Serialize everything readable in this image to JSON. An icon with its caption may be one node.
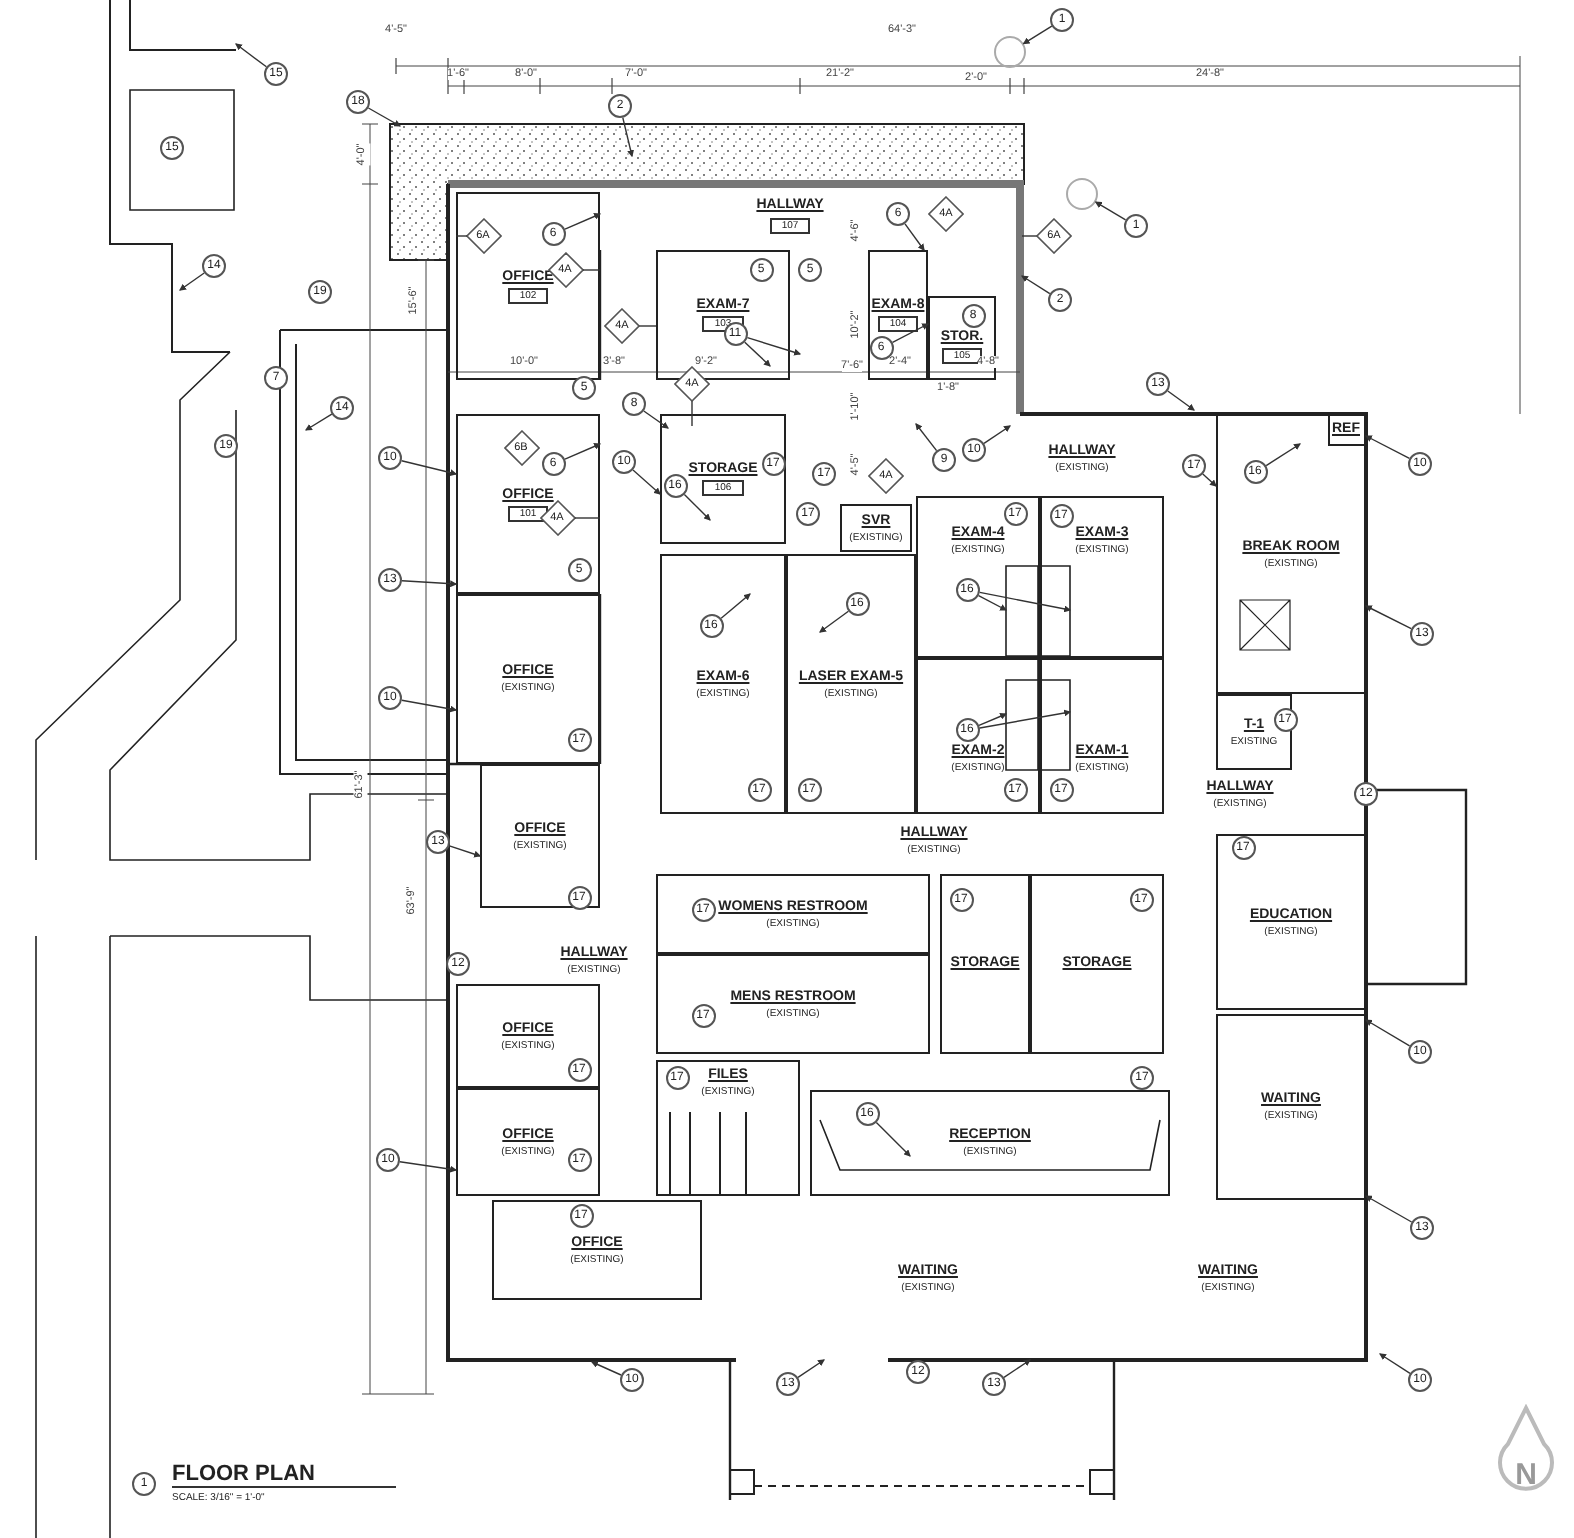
{
  "diagram": {
    "title": "FLOOR PLAN",
    "caption": "SCALE: 3/16\" = 1'-0\"",
    "nodes": [
      {
        "text": [
          "OFFICE",
          "102"
        ]
      },
      {
        "text": [
          "EXAM-7",
          "103"
        ]
      },
      {
        "text": [
          "EXAM-8",
          "104"
        ]
      },
      {
        "text": [
          "STOR.",
          "105"
        ]
      },
      {
        "text": [
          "OFFICE",
          "101"
        ]
      },
      {
        "text": [
          "STORAGE",
          "106"
        ]
      },
      {
        "text": [
          "SVR",
          "(EXISTING)"
        ]
      },
      {
        "text": [
          "EXAM-4",
          "(EXISTING)"
        ]
      },
      {
        "text": [
          "EXAM-3",
          "(EXISTING)"
        ]
      },
      {
        "text": [
          "BREAK ROOM",
          "(EXISTING)"
        ]
      },
      {
        "text": [
          "OFFICE",
          "(EXISTING)"
        ]
      },
      {
        "text": [
          "EXAM-6",
          "(EXISTING)"
        ]
      },
      {
        "text": [
          "LASER EXAM-5",
          "(EXISTING)"
        ]
      },
      {
        "text": [
          "EXAM-2",
          "(EXISTING)"
        ]
      },
      {
        "text": [
          "EXAM-1",
          "(EXISTING)"
        ]
      },
      {
        "text": [
          "T-1",
          "EXISTING"
        ]
      },
      {
        "text": [
          "OFFICE",
          "(EXISTING)"
        ]
      },
      {
        "text": [
          "WOMENS RESTROOM",
          "(EXISTING)"
        ]
      },
      {
        "text": [
          "MENS RESTROOM",
          "(EXISTING)"
        ]
      },
      {
        "text": [
          "STORAGE"
        ]
      },
      {
        "text": [
          "STORAGE"
        ]
      },
      {
        "text": [
          "EDUCATION",
          "(EXISTING)"
        ]
      },
      {
        "text": [
          "OFFICE",
          "(EXISTING)"
        ]
      },
      {
        "text": [
          "FILES",
          "(EXISTING)"
        ]
      },
      {
        "text": [
          "RECEPTION",
          "(EXISTING)"
        ]
      },
      {
        "text": [
          "WAITING",
          "(EXISTING)"
        ]
      },
      {
        "text": [
          "OFFICE",
          "(EXISTING)"
        ]
      },
      {
        "text": [
          "OFFICE",
          "(EXISTING)"
        ]
      },
      {
        "text": [
          "REF"
        ],
        "in": 9
      },
      {
        "text": [
          "15"
        ]
      },
      {
        "text": [
          "18"
        ]
      },
      {
        "text": [
          "1"
        ]
      },
      {
        "text": [
          "2"
        ]
      },
      {
        "text": [
          "1"
        ]
      },
      {
        "text": [
          "14"
        ]
      },
      {
        "text": [
          "6A"
        ],
        "in": 0
      },
      {
        "text": [
          "6"
        ],
        "in": 0
      },
      {
        "text": [
          "4A"
        ],
        "in": 0
      },
      {
        "text": [
          "6"
        ]
      },
      {
        "text": [
          "6A"
        ]
      },
      {
        "text": [
          "2"
        ]
      },
      {
        "text": [
          "4A"
        ]
      },
      {
        "text": [
          "11"
        ],
        "in": 1
      },
      {
        "text": [
          "6"
        ],
        "in": 2
      },
      {
        "text": [
          "13"
        ]
      },
      {
        "text": [
          "14"
        ]
      },
      {
        "text": [
          "8"
        ]
      },
      {
        "text": [
          "4A"
        ]
      },
      {
        "text": [
          "10"
        ]
      },
      {
        "text": [
          "6"
        ],
        "in": 4
      },
      {
        "text": [
          "9"
        ]
      },
      {
        "text": [
          "10"
        ]
      },
      {
        "text": [
          "10"
        ]
      },
      {
        "text": [
          "17"
        ]
      },
      {
        "text": [
          "16"
        ],
        "in": 9
      },
      {
        "text": [
          "10"
        ]
      },
      {
        "text": [
          "4A"
        ],
        "in": 4
      },
      {
        "text": [
          "16"
        ],
        "in": 5
      },
      {
        "text": [
          "13"
        ]
      },
      {
        "text": [
          "16"
        ],
        "in": 7
      },
      {
        "text": [
          "16"
        ],
        "in": 12
      },
      {
        "text": [
          "16"
        ],
        "in": 11
      },
      {
        "text": [
          "13"
        ]
      },
      {
        "text": [
          "10"
        ]
      },
      {
        "text": [
          "16"
        ],
        "in": 13
      },
      {
        "text": [
          "13"
        ]
      },
      {
        "text": [
          "10"
        ]
      },
      {
        "text": [
          "16"
        ],
        "in": 24
      },
      {
        "text": [
          "10"
        ]
      },
      {
        "text": [
          "13"
        ]
      },
      {
        "text": [
          "10"
        ]
      },
      {
        "text": [
          "10"
        ]
      },
      {
        "text": [
          "13"
        ]
      },
      {
        "text": [
          "13"
        ]
      },
      {
        "text": [
          "4A"
        ]
      },
      {
        "text": [
          "5"
        ],
        "in": 1
      },
      {
        "text": [
          "5"
        ]
      },
      {
        "text": [
          "19"
        ]
      },
      {
        "text": [
          "8"
        ],
        "in": 3
      },
      {
        "text": [
          "7"
        ]
      },
      {
        "text": [
          "5"
        ]
      },
      {
        "text": [
          "19"
        ]
      },
      {
        "text": [
          "6B"
        ],
        "in": 4
      },
      {
        "text": [
          "17"
        ],
        "in": 5
      },
      {
        "text": [
          "17"
        ]
      },
      {
        "text": [
          "4A"
        ]
      },
      {
        "text": [
          "17"
        ]
      },
      {
        "text": [
          "17"
        ],
        "in": 7
      },
      {
        "text": [
          "17"
        ],
        "in": 8
      },
      {
        "text": [
          "5"
        ],
        "in": 4
      },
      {
        "text": [
          "17"
        ],
        "in": 15
      },
      {
        "text": [
          "17"
        ],
        "in": 10
      },
      {
        "text": [
          "17"
        ],
        "in": 11
      },
      {
        "text": [
          "17"
        ],
        "in": 12
      },
      {
        "text": [
          "17"
        ],
        "in": 13
      },
      {
        "text": [
          "17"
        ],
        "in": 14
      },
      {
        "text": [
          "12"
        ]
      },
      {
        "text": [
          "17"
        ],
        "in": 21
      },
      {
        "text": [
          "17"
        ],
        "in": 19
      },
      {
        "text": [
          "17"
        ],
        "in": 20
      },
      {
        "text": [
          "17"
        ],
        "in": 16
      },
      {
        "text": [
          "17"
        ],
        "in": 17
      },
      {
        "text": [
          "12"
        ]
      },
      {
        "text": [
          "17"
        ],
        "in": 18
      },
      {
        "text": [
          "17"
        ],
        "in": 22
      },
      {
        "text": [
          "17"
        ],
        "in": 23
      },
      {
        "text": [
          "17"
        ]
      },
      {
        "text": [
          "17"
        ],
        "in": 26
      },
      {
        "text": [
          "17"
        ],
        "in": 27
      },
      {
        "text": [
          "12"
        ]
      },
      {
        "text": [
          "15"
        ]
      },
      {
        "text": [
          "1"
        ]
      },
      {
        "text": [],
        "shape": "circle"
      },
      {
        "text": [],
        "shape": "circle"
      }
    ],
    "edges": [
      {
        "from": 29,
        "to": null,
        "arrow": "to"
      },
      {
        "from": 30,
        "to": null,
        "arrow": "to"
      },
      {
        "from": 31,
        "to": 112,
        "arrow": "to"
      },
      {
        "from": 32,
        "to": null,
        "arrow": "to"
      },
      {
        "from": 33,
        "to": 113,
        "arrow": "to"
      },
      {
        "from": 34,
        "to": null,
        "arrow": "to"
      },
      {
        "from": 35,
        "to": 0,
        "arrow": "none"
      },
      {
        "from": 36,
        "to": 0,
        "arrow": "to"
      },
      {
        "from": 37,
        "to": 0,
        "arrow": "none"
      },
      {
        "from": 38,
        "to": 2,
        "arrow": "to"
      },
      {
        "from": 39,
        "to": null,
        "arrow": "none"
      },
      {
        "from": 40,
        "to": null,
        "arrow": "to"
      },
      {
        "from": 41,
        "to": 1,
        "arrow": "none"
      },
      {
        "from": 42,
        "to": 1,
        "arrow": "to"
      },
      {
        "from": 42,
        "to": null,
        "arrow": "to"
      },
      {
        "from": 43,
        "to": 3,
        "arrow": "to"
      },
      {
        "from": 44,
        "to": null,
        "arrow": "to"
      },
      {
        "from": 45,
        "to": null,
        "arrow": "to"
      },
      {
        "from": 46,
        "to": 5,
        "arrow": "to"
      },
      {
        "from": 47,
        "to": 5,
        "arrow": "none"
      },
      {
        "from": 48,
        "to": 4,
        "arrow": "to"
      },
      {
        "from": 49,
        "to": 4,
        "arrow": "to"
      },
      {
        "from": 50,
        "to": null,
        "arrow": "to"
      },
      {
        "from": 51,
        "to": null,
        "arrow": "to"
      },
      {
        "from": 52,
        "to": 5,
        "arrow": "to"
      },
      {
        "from": 53,
        "to": 9,
        "arrow": "to"
      },
      {
        "from": 54,
        "to": 9,
        "arrow": "to"
      },
      {
        "from": 55,
        "to": 9,
        "arrow": "to"
      },
      {
        "from": 56,
        "to": 4,
        "arrow": "none"
      },
      {
        "from": 57,
        "to": 5,
        "arrow": "to"
      },
      {
        "from": 58,
        "to": 4,
        "arrow": "to"
      },
      {
        "from": 59,
        "to": 7,
        "arrow": "to"
      },
      {
        "from": 59,
        "to": 8,
        "arrow": "to"
      },
      {
        "from": 60,
        "to": 12,
        "arrow": "to"
      },
      {
        "from": 61,
        "to": 11,
        "arrow": "to"
      },
      {
        "from": 62,
        "to": 9,
        "arrow": "to"
      },
      {
        "from": 63,
        "to": 10,
        "arrow": "to"
      },
      {
        "from": 64,
        "to": 13,
        "arrow": "to"
      },
      {
        "from": 64,
        "to": 14,
        "arrow": "to"
      },
      {
        "from": 65,
        "to": 16,
        "arrow": "to"
      },
      {
        "from": 66,
        "to": 25,
        "arrow": "to"
      },
      {
        "from": 67,
        "to": 24,
        "arrow": "to"
      },
      {
        "from": 68,
        "to": 26,
        "arrow": "to"
      },
      {
        "from": 69,
        "to": 25,
        "arrow": "to"
      },
      {
        "from": 70,
        "to": null,
        "arrow": "to"
      },
      {
        "from": 71,
        "to": null,
        "arrow": "to"
      },
      {
        "from": 72,
        "to": null,
        "arrow": "to"
      },
      {
        "from": 73,
        "to": null,
        "arrow": "to"
      }
    ],
    "labels": [
      "4'-5\"",
      "64'-3\"",
      "1'-6\"",
      "8'-0\"",
      "7'-0\"",
      "21'-2\"",
      "2'-0\"",
      "24'-8\"",
      "4'-0\"",
      "HALLWAY",
      "107",
      "4'-6\"",
      "15'-6\"",
      "10'-2\"",
      "10'-0\"",
      "3'-8\"",
      "9'-2\"",
      "7'-6\"",
      "2'-4\"",
      "4'-8\"",
      "1'-8\"",
      "1'-10\"",
      "HALLWAY",
      "(EXISTING)",
      "4'-5\"",
      "61'-3\"",
      "HALLWAY",
      "(EXISTING)",
      "HALLWAY",
      "(EXISTING)",
      "63'-9\"",
      "HALLWAY",
      "(EXISTING)",
      "WAITING",
      "(EXISTING)",
      "WAITING",
      "(EXISTING)",
      "N"
    ]
  }
}
